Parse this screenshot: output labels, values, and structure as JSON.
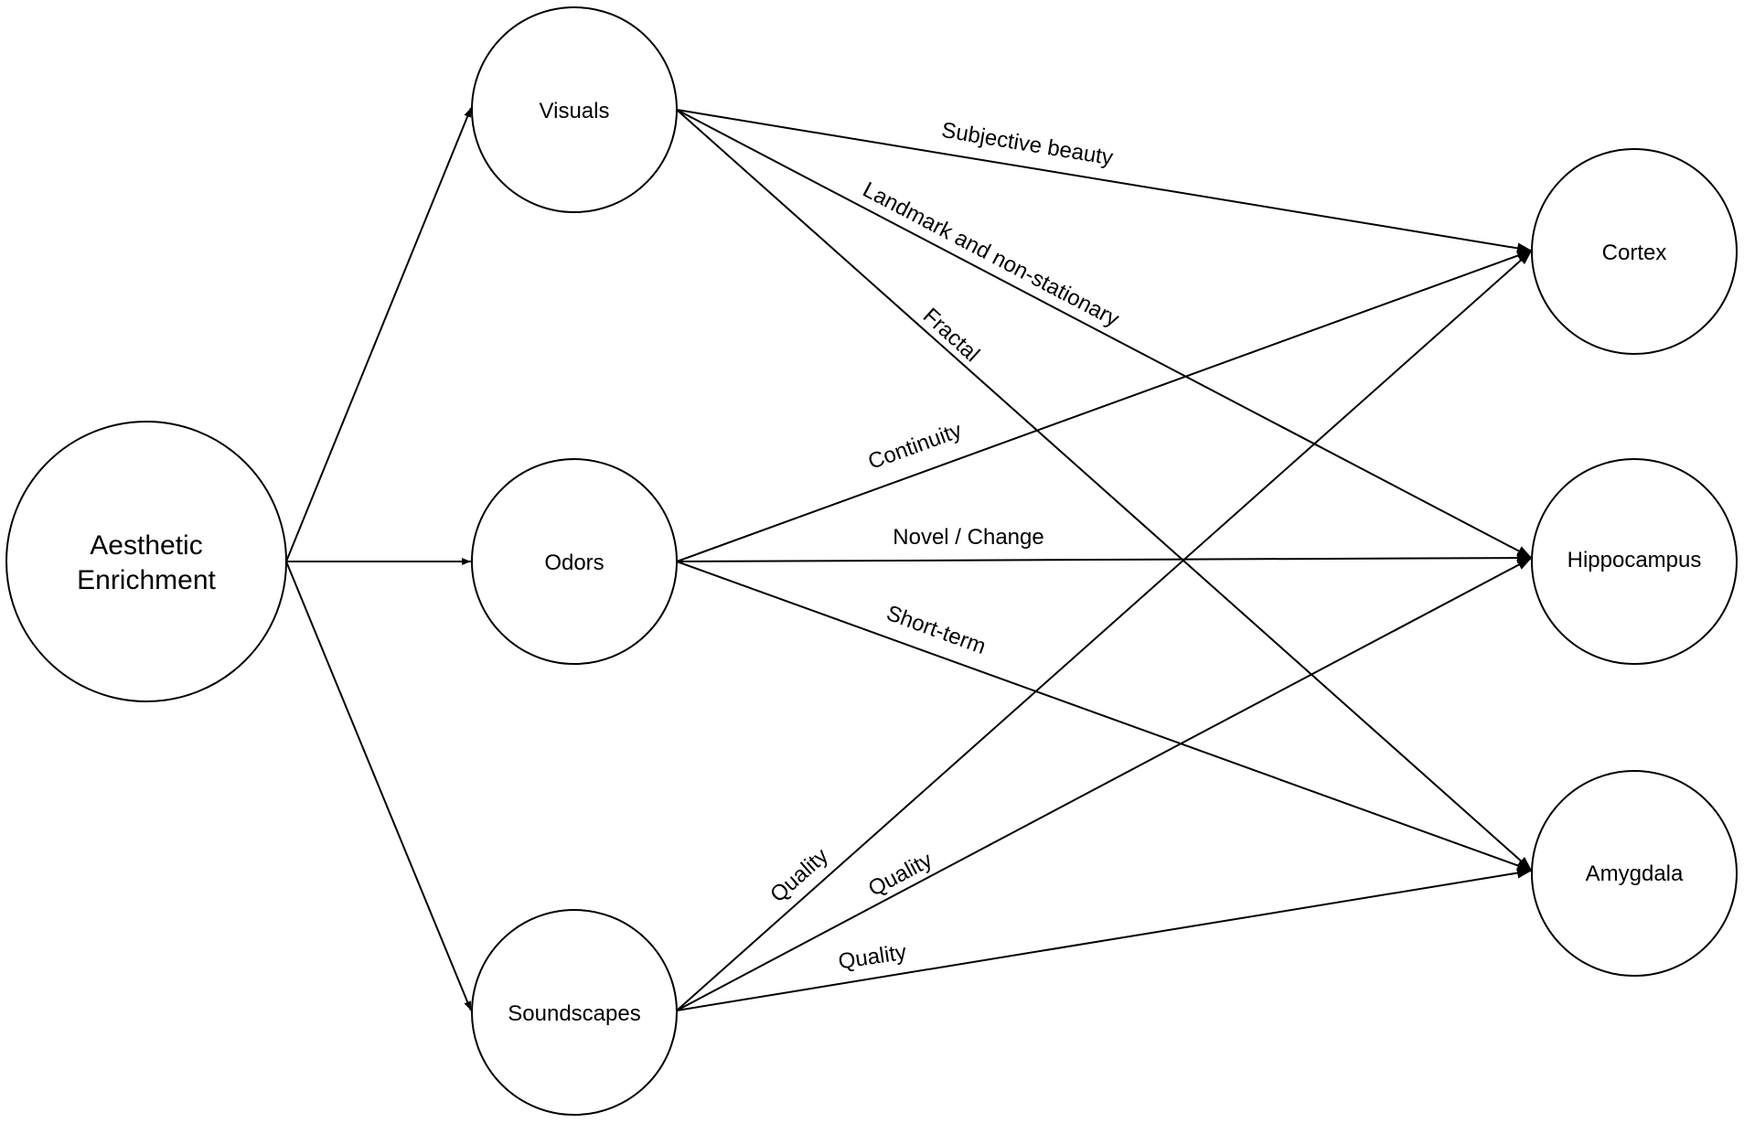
{
  "nodes": {
    "aesthetic": {
      "line1": "Aesthetic",
      "line2": "Enrichment"
    },
    "visuals": {
      "label": "Visuals"
    },
    "odors": {
      "label": "Odors"
    },
    "soundscapes": {
      "label": "Soundscapes"
    },
    "cortex": {
      "label": "Cortex"
    },
    "hippocampus": {
      "label": "Hippocampus"
    },
    "amygdala": {
      "label": "Amygdala"
    }
  },
  "edges": {
    "aesthetic_visuals": {
      "from": "Aesthetic Enrichment",
      "to": "Visuals",
      "label": ""
    },
    "aesthetic_odors": {
      "from": "Aesthetic Enrichment",
      "to": "Odors",
      "label": ""
    },
    "aesthetic_soundscapes": {
      "from": "Aesthetic Enrichment",
      "to": "Soundscapes",
      "label": ""
    },
    "visuals_cortex": {
      "from": "Visuals",
      "to": "Cortex",
      "label": "Subjective beauty"
    },
    "visuals_hippocampus": {
      "from": "Visuals",
      "to": "Hippocampus",
      "label": "Landmark and non-stationary"
    },
    "visuals_amygdala": {
      "from": "Visuals",
      "to": "Amygdala",
      "label": "Fractal"
    },
    "odors_cortex": {
      "from": "Odors",
      "to": "Cortex",
      "label": "Continuity"
    },
    "odors_hippocampus": {
      "from": "Odors",
      "to": "Hippocampus",
      "label": "Novel / Change"
    },
    "odors_amygdala": {
      "from": "Odors",
      "to": "Amygdala",
      "label": "Short-term"
    },
    "soundscapes_cortex": {
      "from": "Soundscapes",
      "to": "Cortex",
      "label": "Quality"
    },
    "soundscapes_hippocampus": {
      "from": "Soundscapes",
      "to": "Hippocampus",
      "label": "Quality"
    },
    "soundscapes_amygdala": {
      "from": "Soundscapes",
      "to": "Amygdala",
      "label": "Quality"
    }
  }
}
